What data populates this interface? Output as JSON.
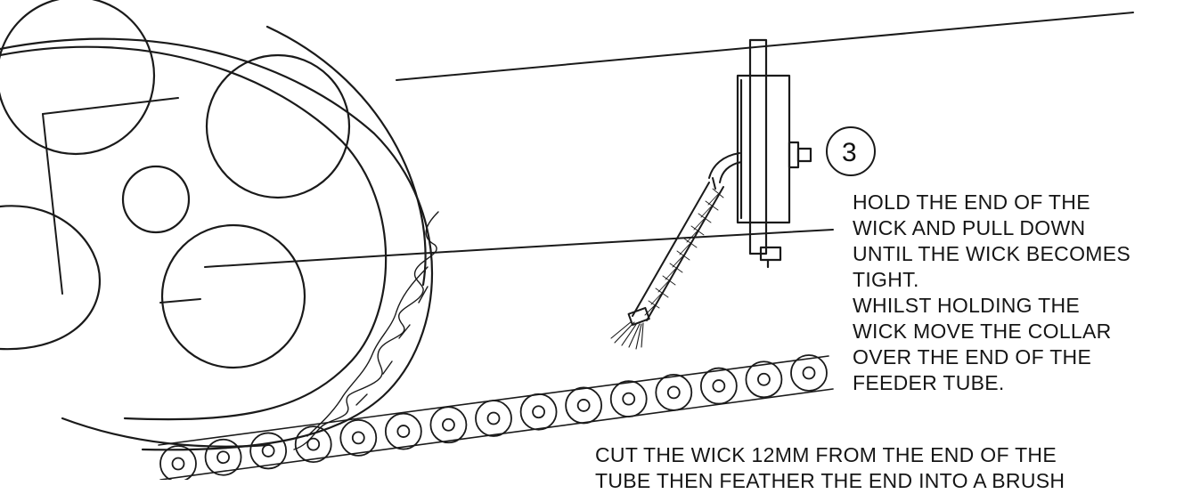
{
  "step_number": "3",
  "instruction_block_1": [
    "HOLD THE END OF THE",
    "WICK AND PULL DOWN",
    "UNTIL THE WICK  BECOMES",
    "TIGHT.",
    "WHILST HOLDING THE",
    "WICK MOVE THE COLLAR",
    "OVER THE END OF THE",
    "FEEDER TUBE."
  ],
  "instruction_block_2": [
    "CUT THE WICK 12MM FROM THE END OF THE",
    "TUBE THEN FEATHER THE END INTO A BRUSH"
  ]
}
